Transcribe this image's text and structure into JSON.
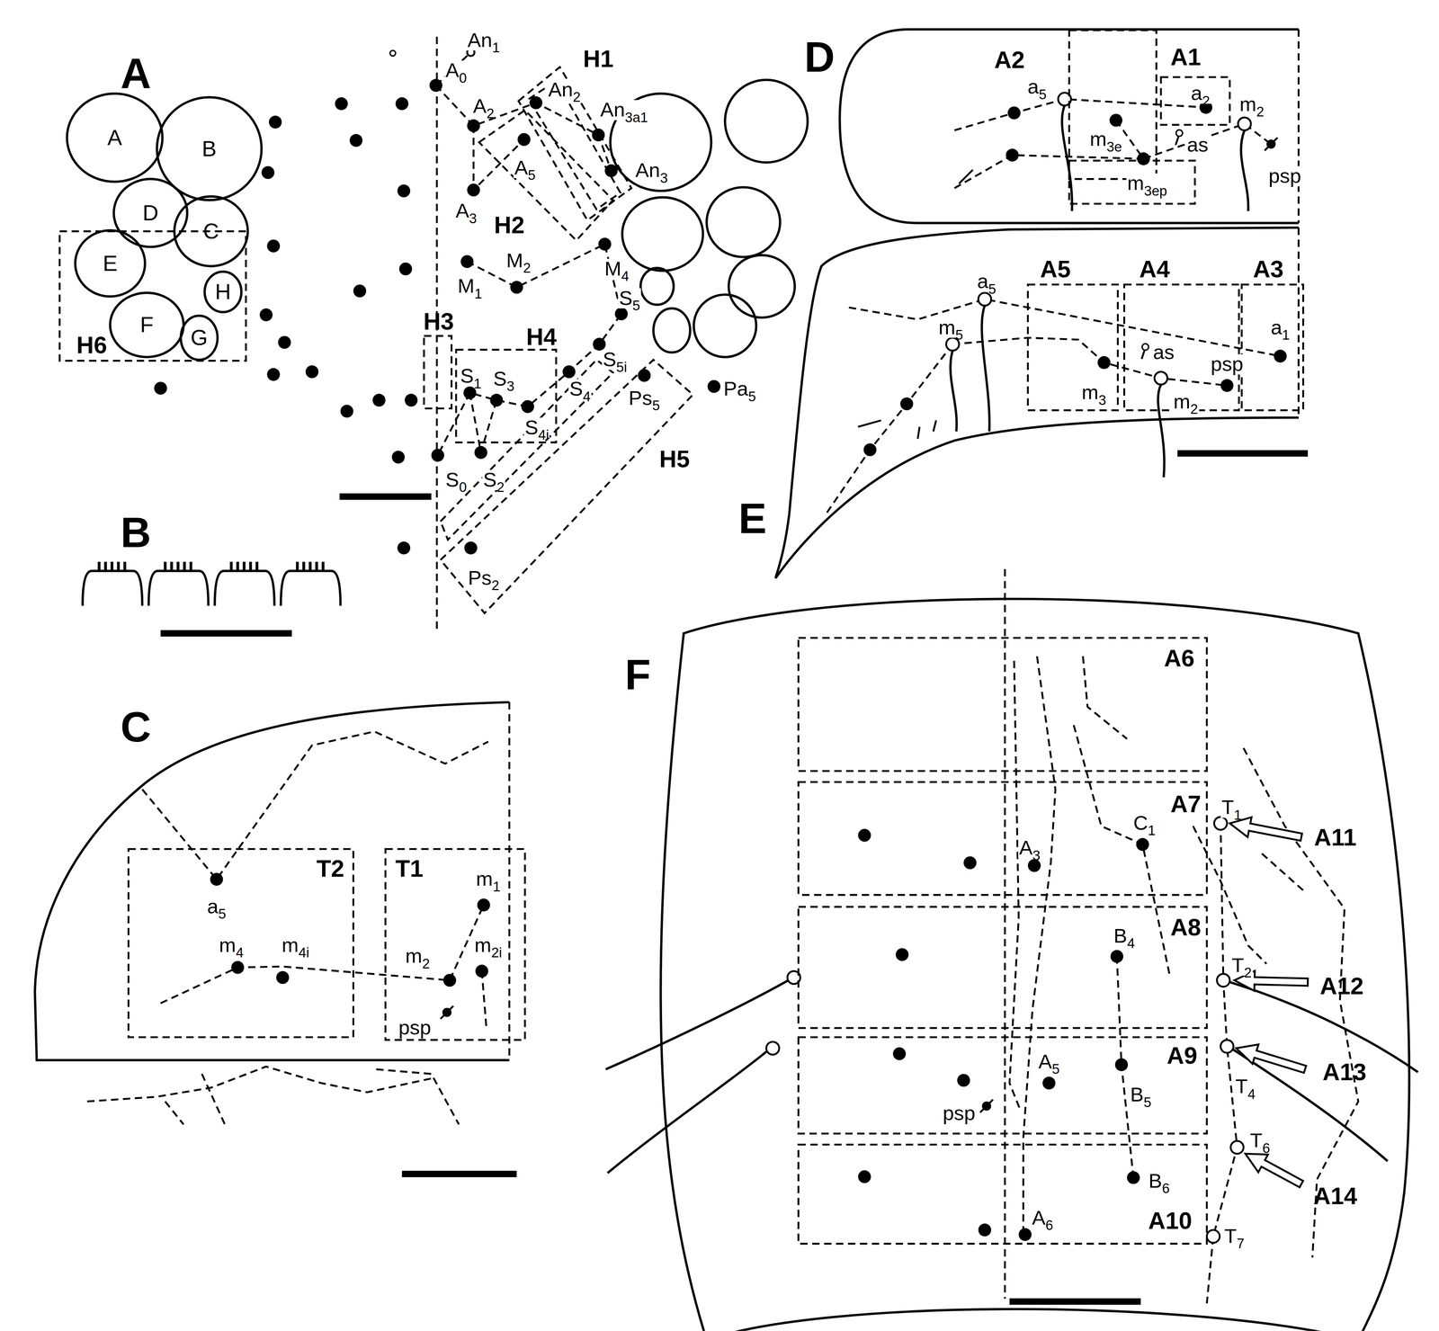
{
  "diagram": {
    "nodes": [
      {
        "text": [
          "A"
        ]
      },
      {
        "text": [
          "B"
        ]
      },
      {
        "text": [
          "D"
        ]
      },
      {
        "text": [
          "C"
        ]
      },
      {
        "text": [
          "H6"
        ]
      },
      {
        "text": [
          "E"
        ],
        "in": 4
      },
      {
        "text": [
          "H"
        ],
        "in": 4
      },
      {
        "text": [
          "F"
        ],
        "in": 4
      },
      {
        "text": [
          "G"
        ],
        "in": 4
      },
      {
        "text": [
          "H1"
        ]
      },
      {
        "text": [
          "H2"
        ]
      },
      {
        "text": [
          "H3"
        ]
      },
      {
        "text": [
          "H4"
        ]
      },
      {
        "text": [
          "H5"
        ]
      },
      {
        "text": [
          "A2"
        ]
      },
      {
        "text": [
          "A1"
        ]
      },
      {
        "text": [
          "A5"
        ]
      },
      {
        "text": [
          "A4"
        ]
      },
      {
        "text": [
          "A3"
        ]
      },
      {
        "text": [
          "T2"
        ]
      },
      {
        "text": [
          "T1"
        ]
      },
      {
        "text": [
          "A6"
        ]
      },
      {
        "text": [
          "A7"
        ]
      },
      {
        "text": [
          "A8"
        ]
      },
      {
        "text": [
          "A9"
        ]
      },
      {
        "text": [
          "A10"
        ]
      }
    ],
    "labels": [
      "A",
      "An1",
      "A0",
      "A2",
      "An2",
      "An3a1",
      "A5",
      "An3",
      "A3",
      "M2",
      "M1",
      "M4",
      "S5",
      "S5i",
      "S1",
      "S3",
      "S4",
      "S4i",
      "S0",
      "S2",
      "Ps5",
      "Pa5",
      "Ps2",
      "B",
      "C",
      "a5",
      "m4",
      "m4i",
      "m2",
      "m2i",
      "m1",
      "psp",
      "D",
      "a5",
      "a2",
      "m2",
      "m3e",
      "as",
      "m3ep",
      "psp",
      "E",
      "a5",
      "m5",
      "as",
      "psp",
      "m3",
      "m2",
      "a1",
      "F",
      "T1",
      "A11",
      "A3",
      "C1",
      "B4",
      "T2",
      "A12",
      "A5",
      "psp",
      "B5",
      "T4",
      "A13",
      "T6",
      "A14",
      "B6",
      "A6",
      "T7"
    ]
  }
}
